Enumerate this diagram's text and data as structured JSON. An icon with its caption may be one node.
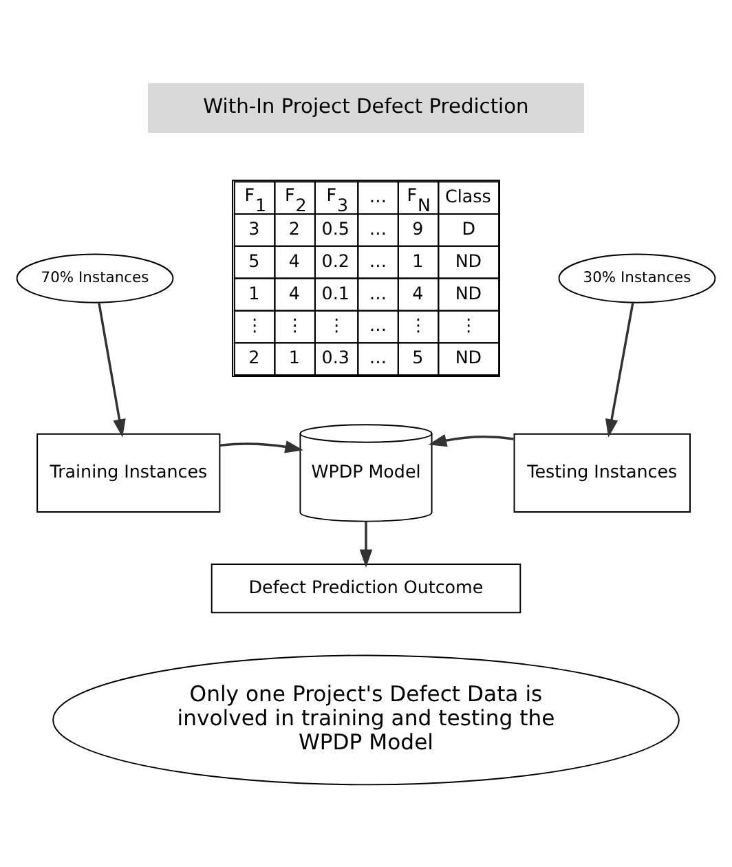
{
  "diagram": {
    "nodes": [
      {
        "text": [
          "With-In Project Defect Prediction"
        ]
      },
      {
        "text": [
          "70% Instances"
        ]
      },
      {
        "text": [
          "30% Instances"
        ]
      },
      {
        "text": [
          "Training Instances"
        ]
      },
      {
        "text": [
          "WPDP Model"
        ]
      },
      {
        "text": [
          "Testing Instances"
        ]
      },
      {
        "text": [
          "Defect Prediction Outcome"
        ]
      },
      {
        "text": [
          "Only one Project's Defect Data is involved in training and testing the WPDP Model"
        ]
      }
    ],
    "edges": [
      {
        "from": 1,
        "to": 3,
        "arrow": "to"
      },
      {
        "from": 2,
        "to": 5,
        "arrow": "to"
      },
      {
        "from": 3,
        "to": 4,
        "arrow": "to"
      },
      {
        "from": 5,
        "to": 4,
        "arrow": "to"
      },
      {
        "from": 4,
        "to": 6,
        "arrow": "to"
      }
    ],
    "labels": [
      "F$_{1}$",
      "F$_{2}$",
      "F$_{3}$",
      "…",
      "F$_{N}$",
      "Class",
      "3",
      "2",
      "0.5",
      "…",
      "9",
      "D",
      "5",
      "4",
      "0.2",
      "…",
      "1",
      "ND",
      "1",
      "4",
      "0.1",
      "…",
      "4",
      "ND",
      "⋮",
      "⋮",
      "⋮",
      "…",
      "⋮",
      "⋮",
      "2",
      "1",
      "0.3",
      "…",
      "5",
      "ND"
    ]
  }
}
